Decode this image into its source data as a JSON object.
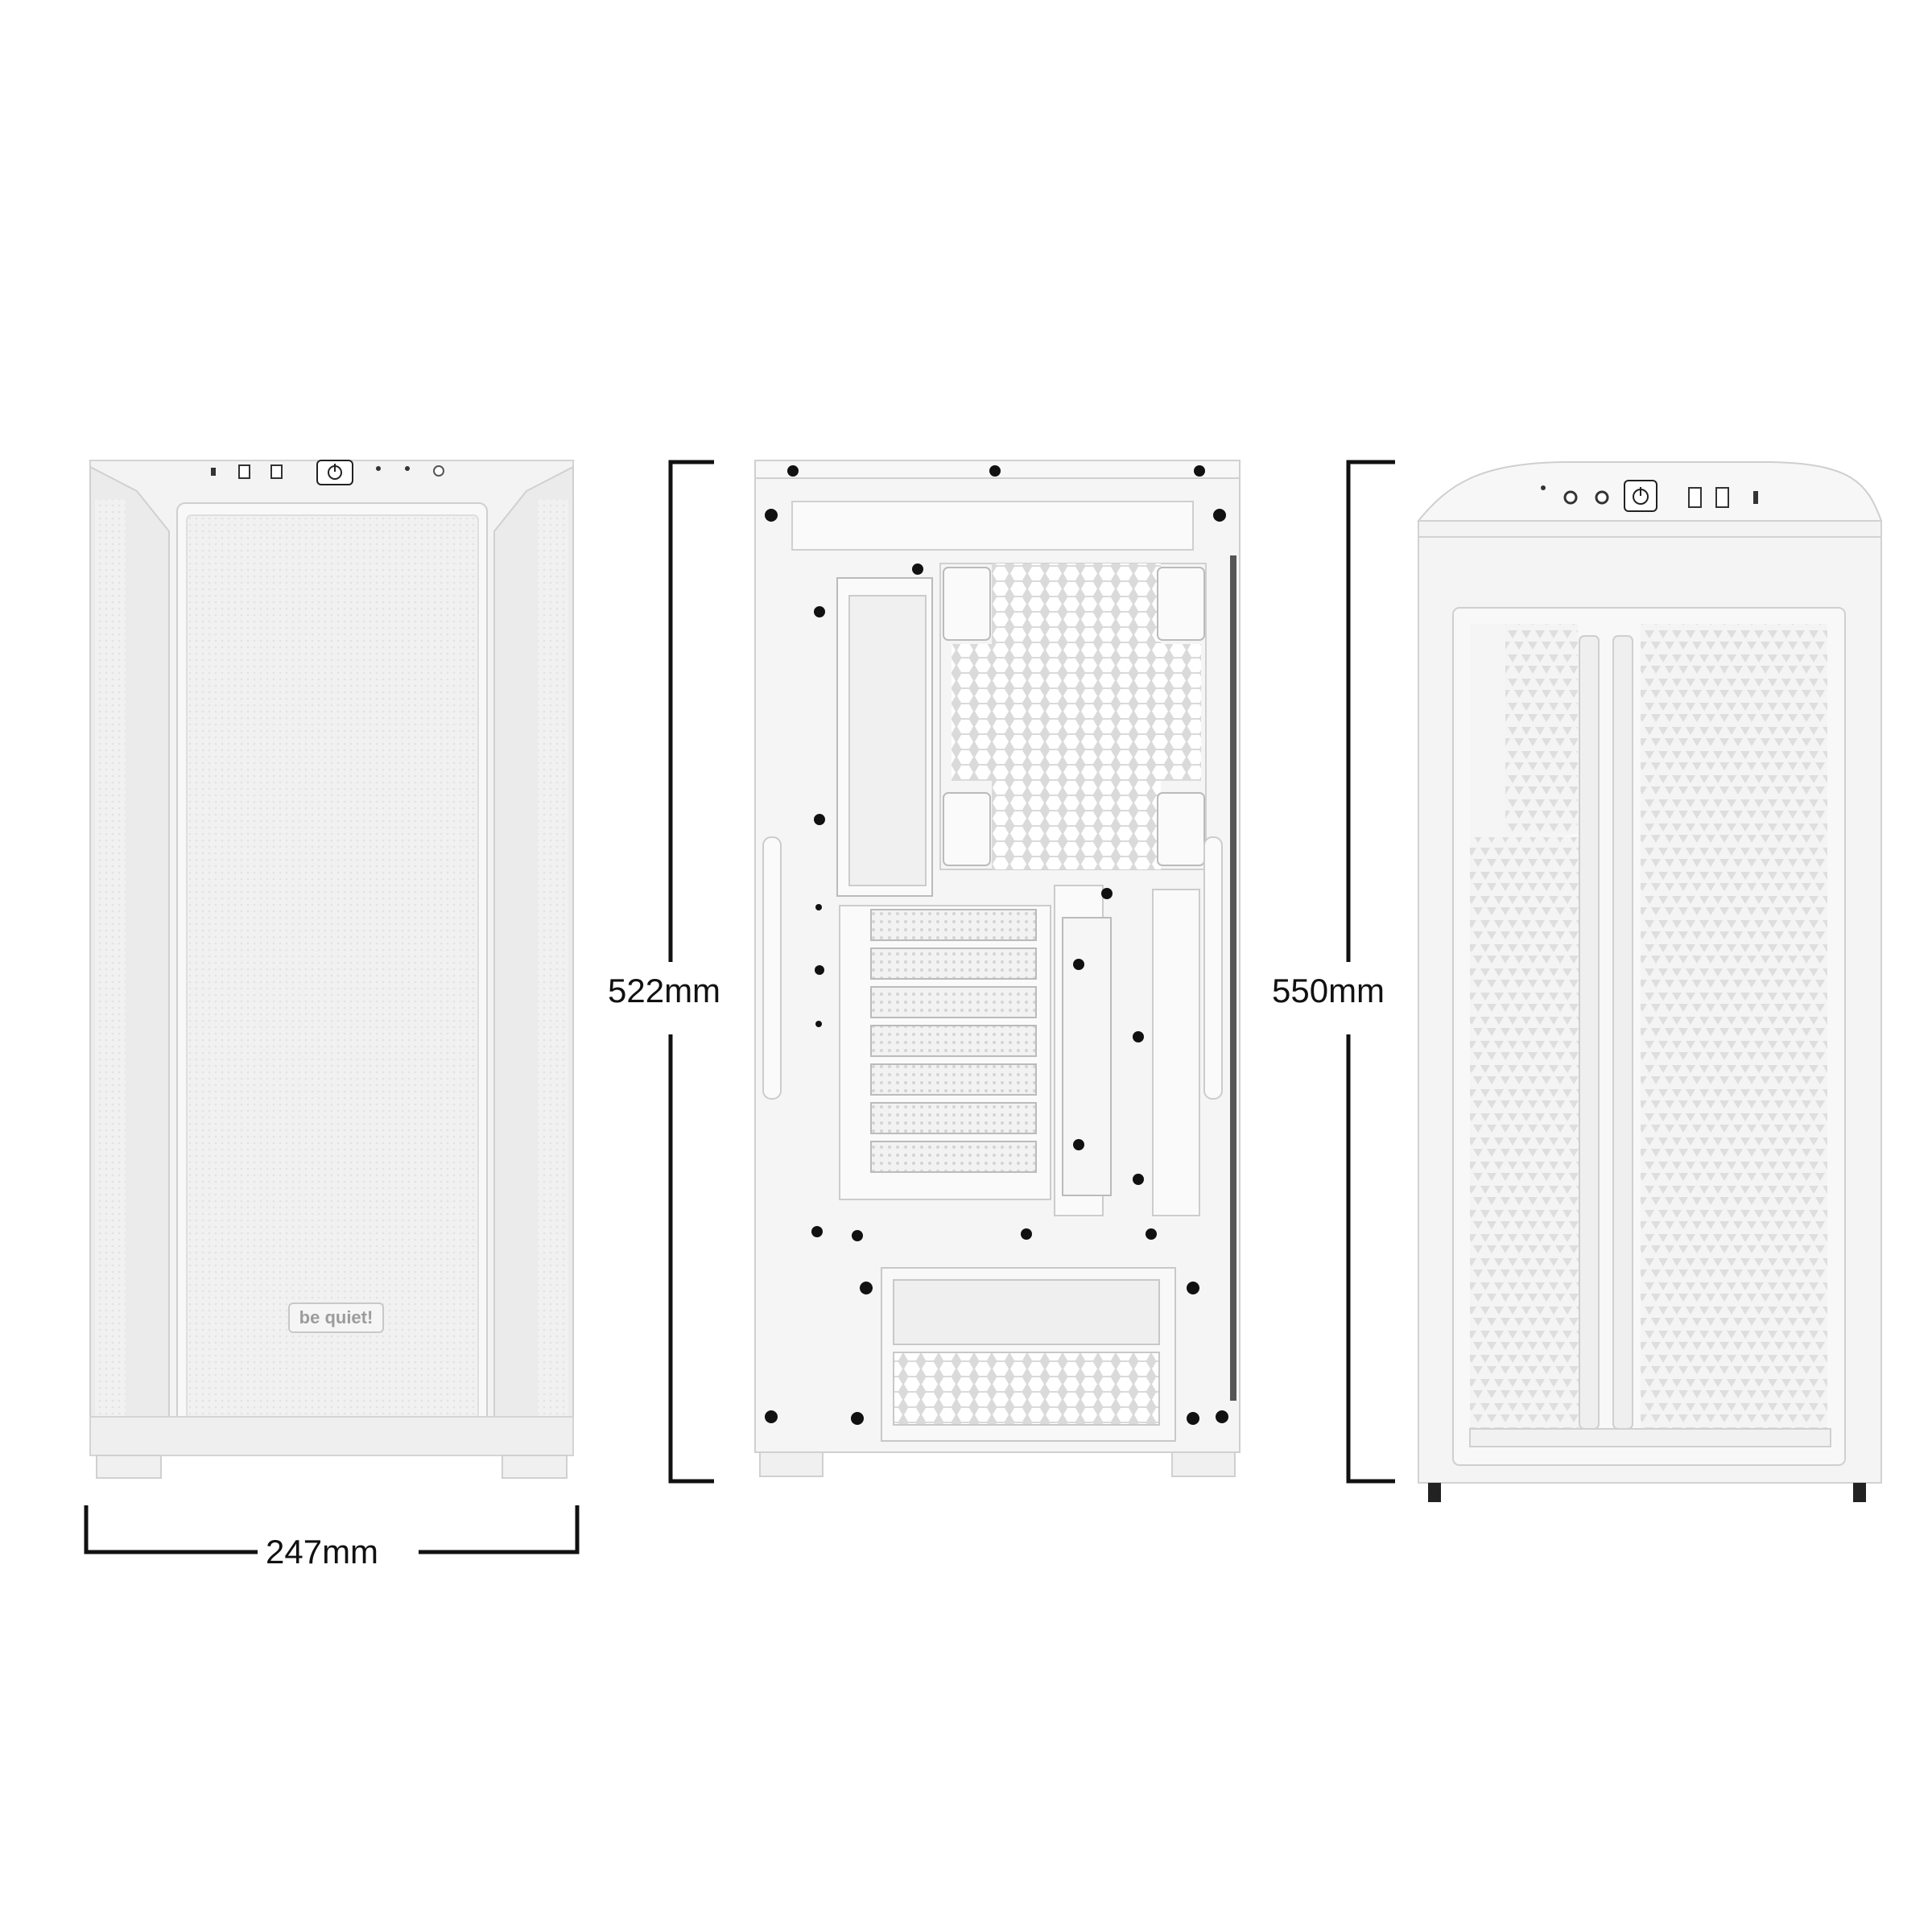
{
  "dimensions": {
    "width": "247mm",
    "rear_height": "522mm",
    "front_height": "550mm"
  },
  "brand": {
    "logo_text": "be quiet!"
  },
  "colors": {
    "case": "#f3f3f3",
    "line": "#111111",
    "outline": "#d2d2d2"
  },
  "icons": {
    "front_power": "power-icon",
    "top_power": "power-icon"
  }
}
